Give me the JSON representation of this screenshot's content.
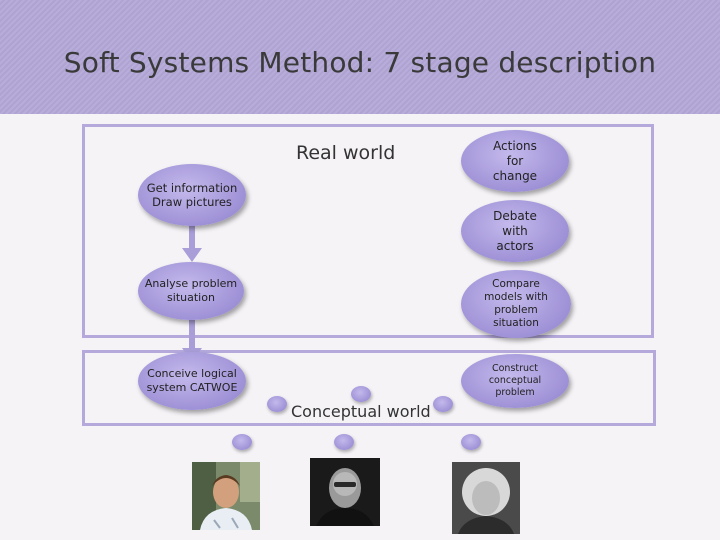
{
  "title": "Soft Systems Method: 7 stage description",
  "regions": {
    "real_world": "Real world",
    "conceptual_world": "Conceptual world"
  },
  "stages": {
    "get_information": "Get information\nDraw pictures",
    "analyse_problem": "Analyse problem\nsituation",
    "conceive_logical": "Conceive logical\nsystem CATWOE",
    "construct_conceptual": "Construct\nconceptual\nproblem",
    "compare_models": "Compare\nmodels with\nproblem\nsituation",
    "debate_actors": "Debate\nwith\nactors",
    "actions_for_change": "Actions\nfor\nchange"
  },
  "colors": {
    "title_band": "#b4a8d8",
    "frame": "#b5a9dc",
    "node": "#a597dc"
  },
  "photos": [
    "person-photo-1",
    "person-photo-2",
    "person-photo-3"
  ]
}
